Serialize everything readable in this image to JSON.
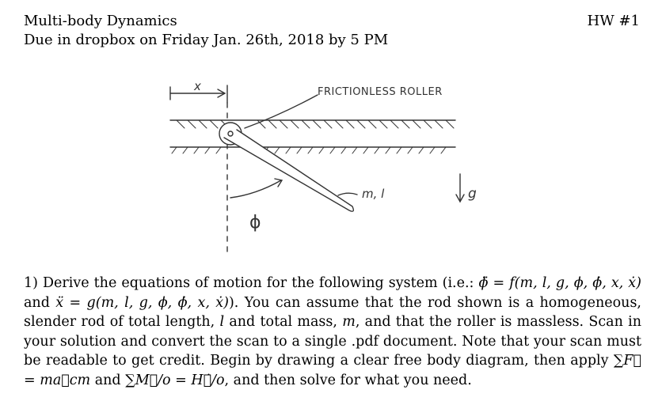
{
  "header": {
    "course": "Multi-body Dynamics",
    "due": "Due in dropbox on Friday Jan. 26th, 2018 by 5 PM",
    "hw": "HW #1"
  },
  "figure": {
    "label_x": "x",
    "label_roller": "FRICTIONLESS ROLLER",
    "label_rod": "m, l",
    "label_phi": "ϕ",
    "label_g": "g"
  },
  "problem": {
    "p1": "1) Derive the equations of motion for the following system (i.e.: ",
    "eq_phi": "ϕ̈ = f(m, l, g, ϕ, ϕ̇, x, ẋ)",
    "and1": " and ",
    "eq_x": "ẍ = g(m, l, g, ϕ, ϕ̇, x, ẋ)",
    "p2": "). You can assume that the rod shown is a homogeneous, slender rod of total length, ",
    "var_l": "l",
    "p3": " and total mass, ",
    "var_m": "m",
    "p4": ", and that the roller is massless. Scan in your solution and convert the scan to a single .pdf document. Note that your scan must be readable to get credit. Begin by drawing a clear free body diagram, then apply ",
    "eq_force": "∑F⃗ = ma⃗cm",
    "and2": " and ",
    "eq_moment": "∑M⃗/o = H⃗̇/o",
    "p5": ", and then solve for what you need."
  }
}
